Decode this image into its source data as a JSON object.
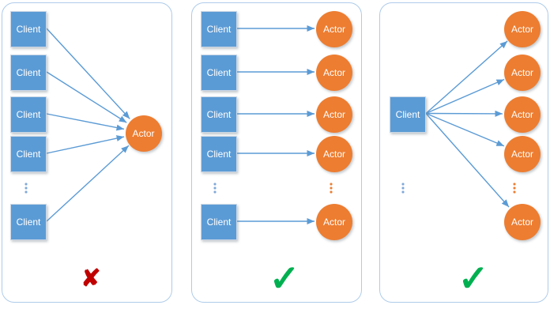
{
  "diagram": {
    "panels": [
      {
        "name": "many-clients-one-actor",
        "pattern": "fan-in",
        "clients": [
          "Client",
          "Client",
          "Client",
          "Client",
          "Client"
        ],
        "actors": [
          "Actor"
        ],
        "verdict": {
          "type": "cross",
          "symbol": "✘",
          "color": "#C00000"
        }
      },
      {
        "name": "one-client-per-actor",
        "pattern": "one-to-one",
        "clients": [
          "Client",
          "Client",
          "Client",
          "Client",
          "Client"
        ],
        "actors": [
          "Actor",
          "Actor",
          "Actor",
          "Actor",
          "Actor"
        ],
        "verdict": {
          "type": "check",
          "symbol": "✓",
          "color": "#00B050"
        }
      },
      {
        "name": "one-client-many-actors",
        "pattern": "fan-out",
        "clients": [
          "Client"
        ],
        "actors": [
          "Actor",
          "Actor",
          "Actor",
          "Actor",
          "Actor"
        ],
        "verdict": {
          "type": "check",
          "symbol": "✓",
          "color": "#00B050"
        }
      }
    ],
    "colors": {
      "client_fill": "#5B9BD5",
      "actor_fill": "#ED7D31",
      "arrow": "#5B9BD5",
      "panel_border": "#AECBEA",
      "client_ellipsis": "#7FA8D8",
      "actor_ellipsis": "#ED7D31"
    }
  }
}
